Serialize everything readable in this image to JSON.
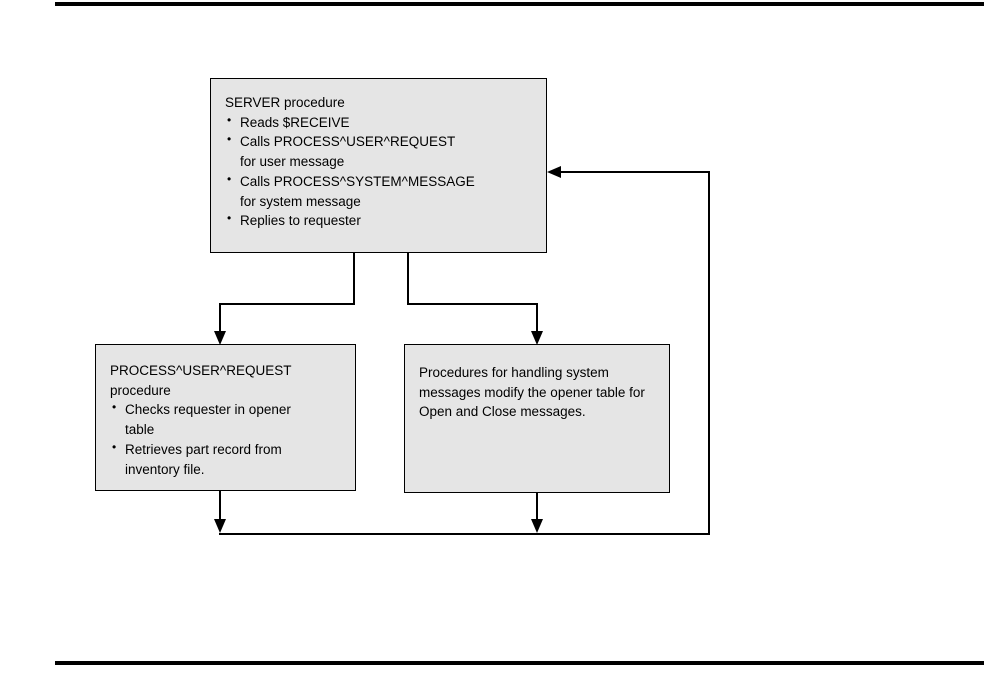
{
  "page": {
    "background_color": "#ffffff",
    "rule_color": "#000000",
    "box_fill_color": "#e5e5e5",
    "box_border_color": "#000000",
    "connector_color": "#000000"
  },
  "diagram": {
    "type": "flowchart",
    "nodes": [
      {
        "id": "server",
        "title": "SERVER procedure",
        "bullets": [
          "Reads $RECEIVE",
          "Calls PROCESS^USER^REQUEST\nfor user message",
          "Calls PROCESS^SYSTEM^MESSAGE\nfor system message",
          "Replies to requester"
        ]
      },
      {
        "id": "process-user-request",
        "title": "PROCESS^USER^REQUEST\nprocedure",
        "bullets": [
          "Checks requester in opener\ntable",
          "Retrieves part record from\ninventory file."
        ]
      },
      {
        "id": "system-message-handler",
        "title": "Procedures for handling system messages modify the opener table for Open and Close messages.",
        "bullets": []
      }
    ],
    "edges": [
      {
        "from": "server",
        "to": "process-user-request",
        "style": "elbow-down-left"
      },
      {
        "from": "server",
        "to": "system-message-handler",
        "style": "elbow-down-right"
      },
      {
        "from": "process-user-request",
        "to": "server",
        "style": "return-loop-right"
      },
      {
        "from": "system-message-handler",
        "to": "server",
        "style": "return-loop-right"
      }
    ]
  }
}
